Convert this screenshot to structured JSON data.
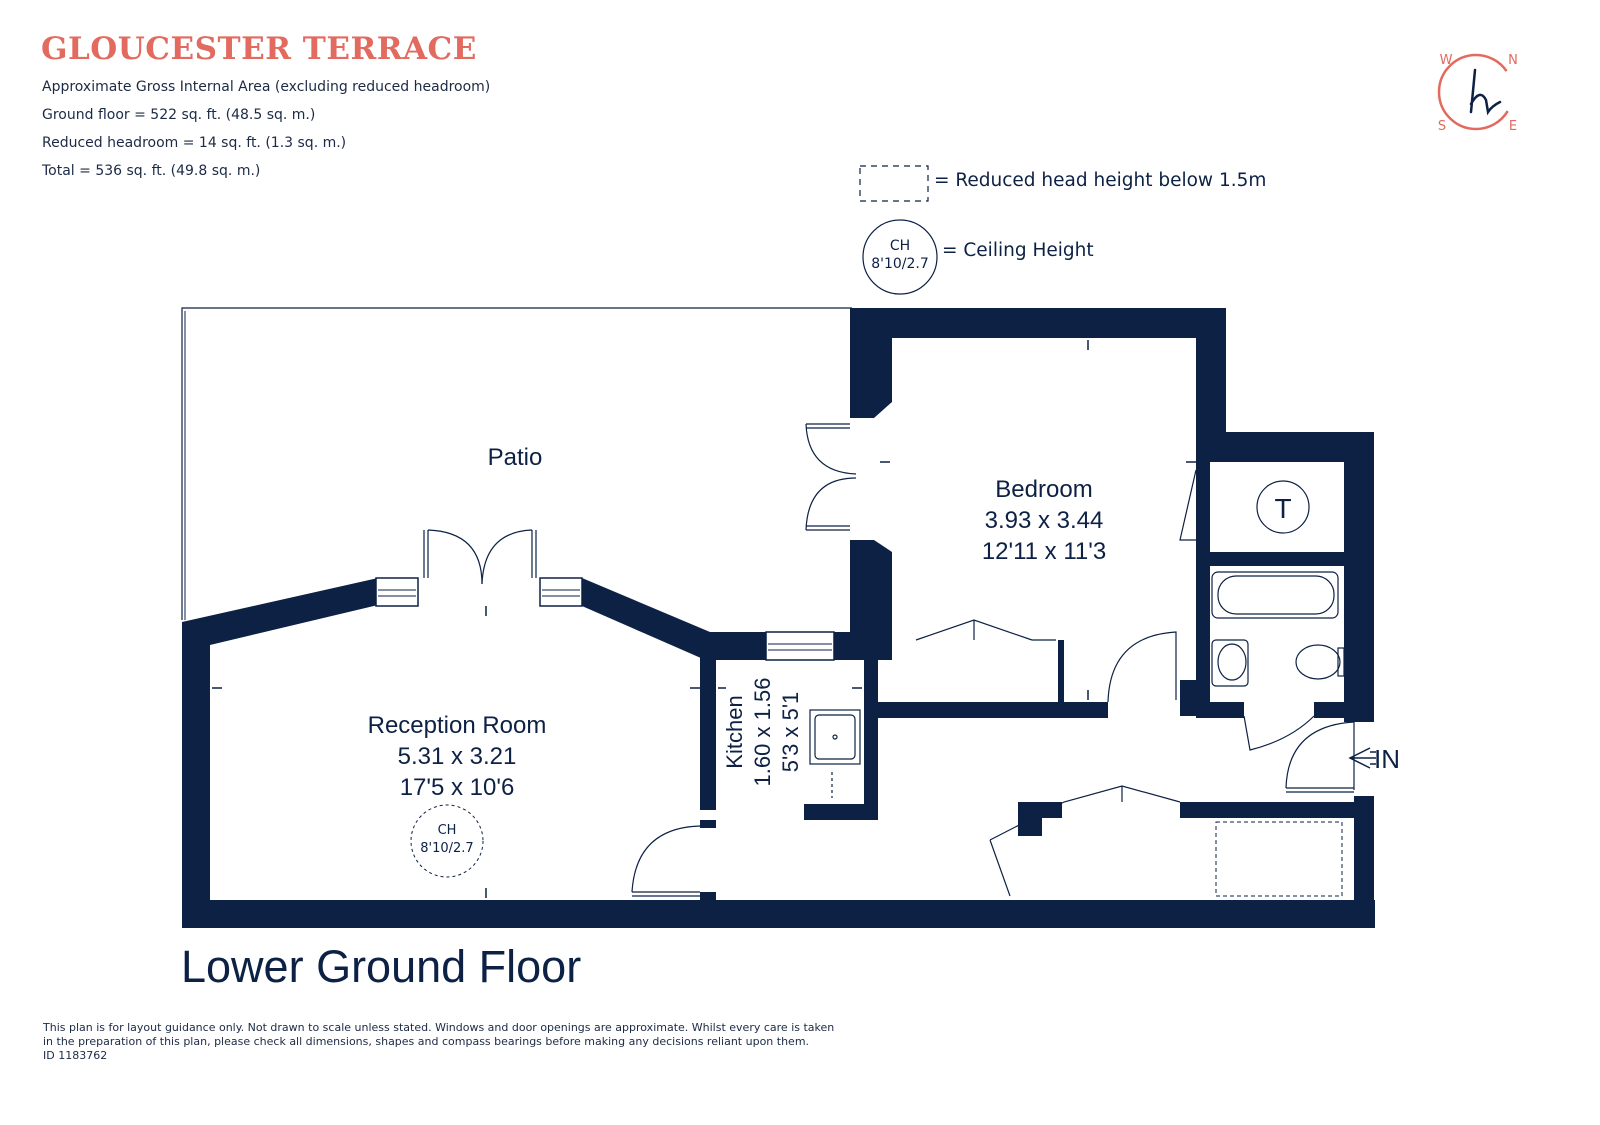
{
  "property_name": "GLOUCESTER TERRACE",
  "area_summary": {
    "heading": "Approximate Gross Internal Area (excluding reduced headroom)",
    "ground_floor": "Ground floor = 522 sq. ft. (48.5 sq. m.)",
    "reduced_headroom": "Reduced headroom = 14 sq. ft. (1.3 sq. m.)",
    "total": "Total = 536 sq. ft. (49.8 sq. m.)"
  },
  "compass": {
    "north": "N",
    "east": "E",
    "south": "S",
    "west": "W"
  },
  "legend": {
    "reduced_head_height": "= Reduced head height below 1.5m",
    "ceiling_height": "= Ceiling Height",
    "ch_symbol": {
      "code": "CH",
      "value": "8'10/2.7"
    }
  },
  "rooms": {
    "patio": {
      "name": "Patio"
    },
    "bedroom": {
      "name": "Bedroom",
      "metric": "3.93 x 3.44",
      "imperial": "12'11 x 11'3"
    },
    "reception": {
      "name": "Reception Room",
      "metric": "5.31 x 3.21",
      "imperial": "17'5 x 10'6",
      "ceiling": {
        "code": "CH",
        "value": "8'10/2.7"
      }
    },
    "kitchen": {
      "name": "Kitchen",
      "metric": "1.60 x 1.56",
      "imperial": "5'3 x 5'1"
    },
    "wc": {
      "label": "T"
    }
  },
  "entrance_label": "IN",
  "floor_name": "Lower Ground Floor",
  "disclaimer": {
    "line1": "This plan is for layout guidance only. Not drawn to scale unless stated. Windows and door openings are approximate. Whilst every care is taken",
    "line2": "in the preparation of this plan, please check all dimensions, shapes and compass bearings before making any decisions reliant upon them.",
    "id": "ID 1183762"
  },
  "colors": {
    "wall": "#0d2145",
    "title": "#e26a5f",
    "compass": "#e26a5f"
  }
}
